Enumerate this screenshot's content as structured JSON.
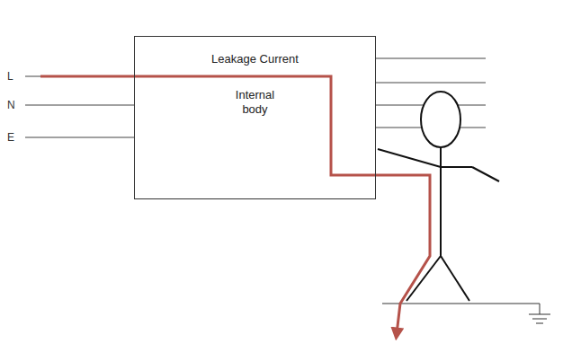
{
  "diagram": {
    "nodes": [
      {
        "text": [
          "Leakage Current",
          "Internal body"
        ]
      }
    ],
    "labels": [
      "L",
      "N",
      "E"
    ]
  }
}
